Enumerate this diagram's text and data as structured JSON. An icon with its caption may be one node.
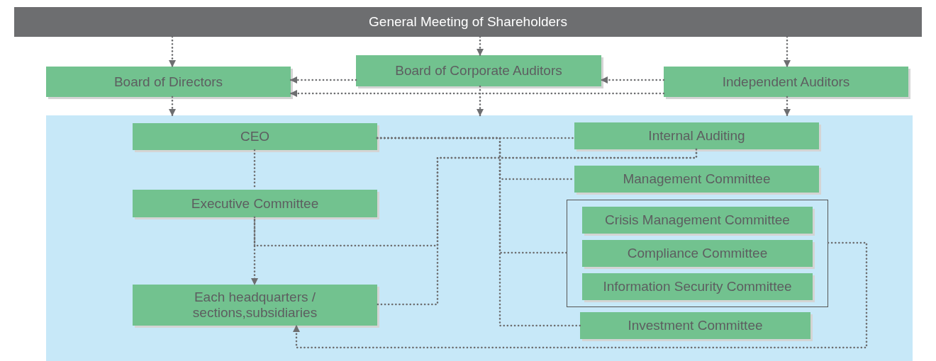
{
  "diagram": {
    "nodes": [
      {
        "text": [
          "General Meeting of Shareholders"
        ]
      },
      {
        "text": [
          "Board of Directors"
        ]
      },
      {
        "text": [
          "Board of Corporate Auditors"
        ]
      },
      {
        "text": [
          "Independent Auditors"
        ]
      },
      {
        "text": [],
        "shape": "box"
      },
      {
        "text": [
          "CEO"
        ],
        "in": 4
      },
      {
        "text": [
          "Executive Committee"
        ],
        "in": 4
      },
      {
        "text": [
          "Each headquarters / sections,subsidiaries"
        ],
        "in": 4
      },
      {
        "text": [
          "Internal Auditing"
        ],
        "in": 4
      },
      {
        "text": [
          "Management Committee"
        ],
        "in": 4
      },
      {
        "text": [],
        "shape": "box",
        "in": 4
      },
      {
        "text": [
          "Crisis Management Committee"
        ],
        "in": 10
      },
      {
        "text": [
          "Compliance Committee"
        ],
        "in": 10
      },
      {
        "text": [
          "Information Security Committee"
        ],
        "in": 10
      },
      {
        "text": [
          "Investment Committee"
        ],
        "in": 4
      }
    ],
    "edges": [
      {
        "from": 0,
        "to": 1,
        "arrow": "to"
      },
      {
        "from": 0,
        "to": 2,
        "arrow": "to"
      },
      {
        "from": 0,
        "to": 3,
        "arrow": "to"
      },
      {
        "from": 2,
        "to": 1,
        "arrow": "to"
      },
      {
        "from": 3,
        "to": 2,
        "arrow": "to"
      },
      {
        "from": 3,
        "to": 1,
        "arrow": "to"
      },
      {
        "from": 1,
        "to": 4,
        "arrow": "to"
      },
      {
        "from": 2,
        "to": 4,
        "arrow": "to"
      },
      {
        "from": 3,
        "to": 4,
        "arrow": "to"
      },
      {
        "from": 5,
        "to": 6,
        "arrow": "none"
      },
      {
        "from": 6,
        "to": 7,
        "arrow": "to"
      },
      {
        "from": 5,
        "to": 8,
        "arrow": "none"
      },
      {
        "from": 5,
        "to": 9,
        "arrow": "none"
      },
      {
        "from": 5,
        "to": 10,
        "arrow": "none"
      },
      {
        "from": 5,
        "to": 14,
        "arrow": "none"
      },
      {
        "from": 8,
        "to": 6,
        "arrow": "none"
      },
      {
        "from": 8,
        "to": 7,
        "arrow": "none"
      },
      {
        "from": 10,
        "to": 7,
        "arrow": "to"
      }
    ]
  }
}
